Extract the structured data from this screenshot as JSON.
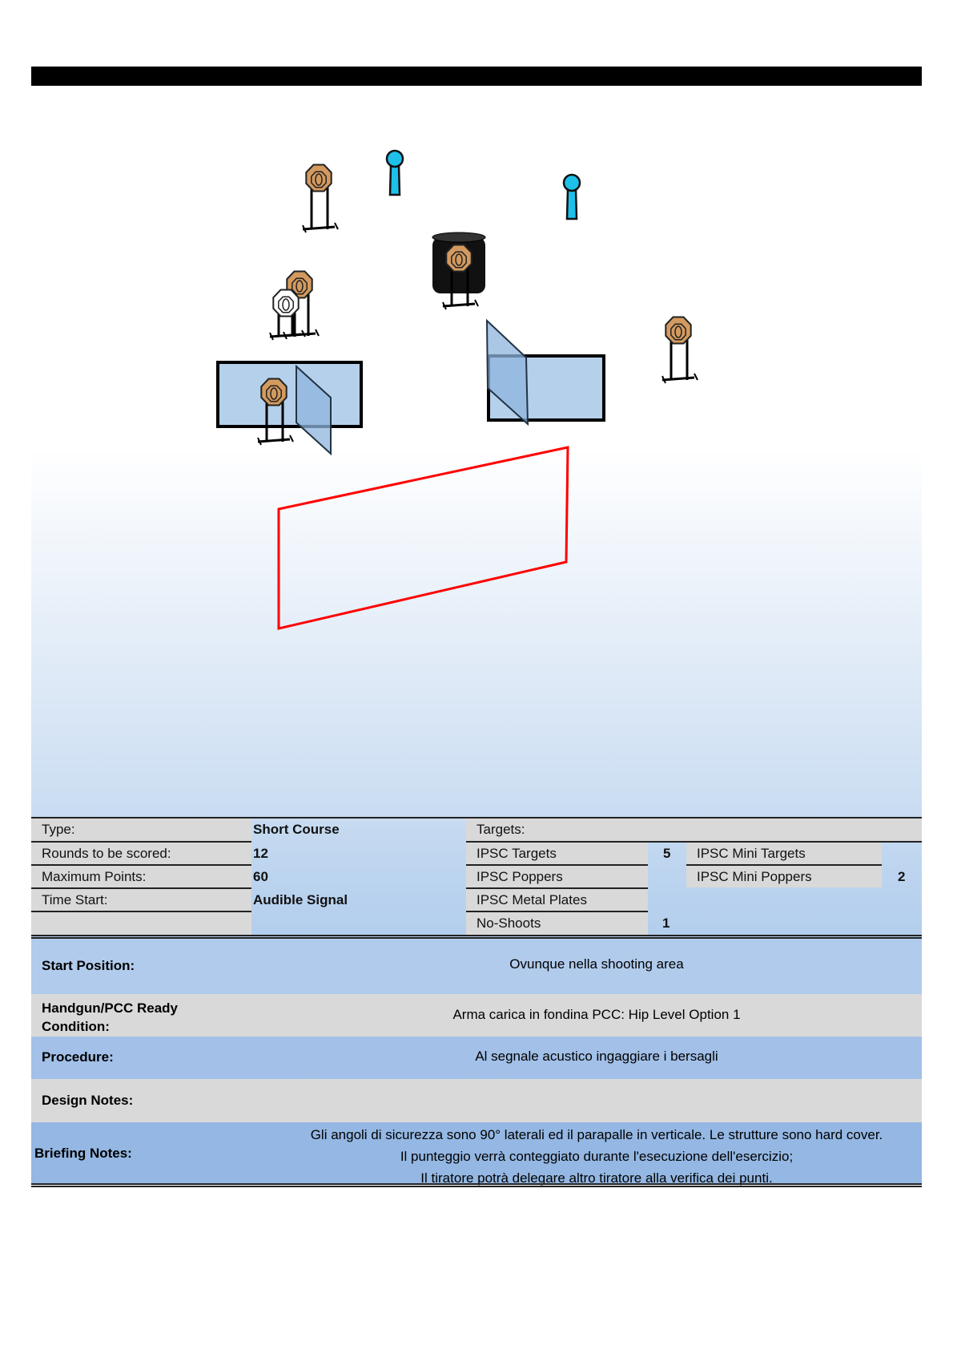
{
  "info": {
    "type_label": "Type:",
    "type_value": "Short Course",
    "rounds_label": "Rounds to be scored:",
    "rounds_value": "12",
    "points_label": "Maximum Points:",
    "points_value": "60",
    "start_label": "Time Start:",
    "start_value": "Audible Signal"
  },
  "targets": {
    "header": "Targets:",
    "ipsc_targets_label": "IPSC Targets",
    "ipsc_targets_count": "5",
    "ipsc_poppers_label": "IPSC Poppers",
    "ipsc_plates_label": "IPSC Metal Plates",
    "no_shoots_label": "No-Shoots",
    "no_shoots_count": "1",
    "mini_targets_label": "IPSC Mini Targets",
    "mini_poppers_label": "IPSC Mini Poppers",
    "mini_poppers_count": "2"
  },
  "details": {
    "start_position_label": "Start Position:",
    "start_position_value": "Ovunque nella shooting area",
    "ready_label_1": "Handgun/PCC Ready",
    "ready_label_2": "Condition:",
    "ready_value": "Arma carica in fondina PCC: Hip Level Option 1",
    "procedure_label": "Procedure:",
    "procedure_value": "Al segnale acustico ingaggiare i bersagli",
    "design_label": "Design Notes:",
    "briefing_label": "Briefing Notes:",
    "briefing_lines": [
      "Gli angoli di sicurezza sono 90° laterali ed il parapalle in verticale. Le strutture sono hard cover.",
      "Il punteggio verrà conteggiato durante l'esecuzione dell'esercizio;",
      "Il tiratore potrà delegare altro tiratore alla verifica dei punti."
    ]
  },
  "colors": {
    "target": "#d39a5f",
    "popper": "#1ec0ea",
    "wall": "#b4d0ea",
    "fault_line": "#ff0000"
  }
}
